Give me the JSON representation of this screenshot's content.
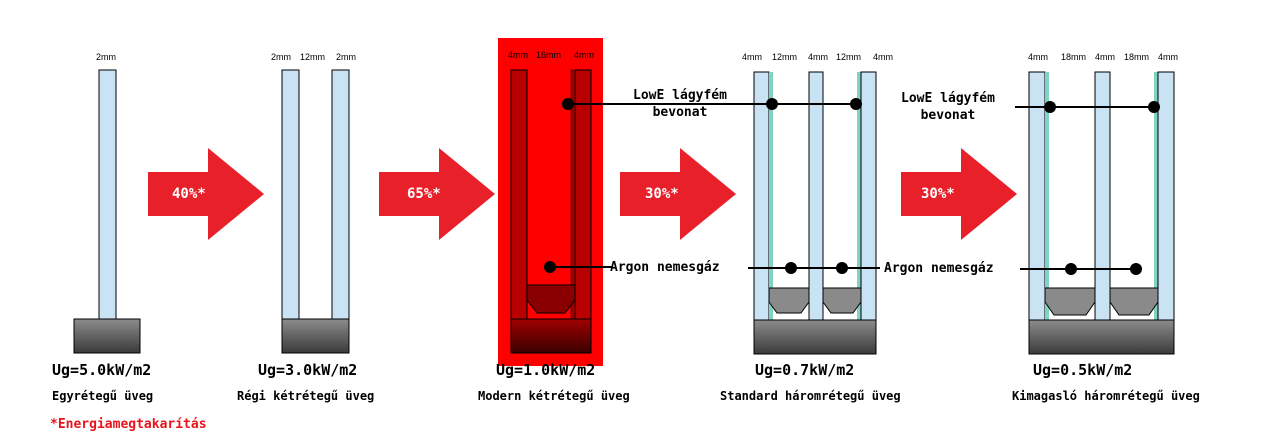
{
  "units": [
    {
      "dims": [
        "2mm"
      ],
      "ug": "Ug=5.0kW/m2",
      "name": "Egyrétegű üveg"
    },
    {
      "dims": [
        "2mm",
        "12mm",
        "2mm"
      ],
      "ug": "Ug=3.0kW/m2",
      "name": "Régi kétrétegű üveg"
    },
    {
      "dims": [
        "4mm",
        "16mm",
        "4mm"
      ],
      "ug": "Ug=1.0kW/m2",
      "name": "Modern kétrétegű üveg",
      "highlight_color": "#ff0000"
    },
    {
      "dims": [
        "4mm",
        "12mm",
        "4mm",
        "12mm",
        "4mm"
      ],
      "ug": "Ug=0.7kW/m2",
      "name": "Standard háromrétegű üveg"
    },
    {
      "dims": [
        "4mm",
        "18mm",
        "4mm",
        "18mm",
        "4mm"
      ],
      "ug": "Ug=0.5kW/m2",
      "name": "Kimagasló háromrétegű üveg"
    }
  ],
  "arrows": [
    "40%*",
    "65%*",
    "30%*",
    "30%*"
  ],
  "callouts": {
    "lowe_line1": "LowE lágyfém",
    "lowe_line2": "bevonat",
    "argon": "Argon nemesgáz"
  },
  "footnote": "*Energiamegtakarítás",
  "colors": {
    "arrow": "#e8202a",
    "glass": "#c9e2f4",
    "glass_edge": "#000000",
    "lowe_coating": "#7fd3c0",
    "spacer": "#8a8a8a",
    "frame": "#6a6a6a",
    "highlight": "#ff0000"
  }
}
